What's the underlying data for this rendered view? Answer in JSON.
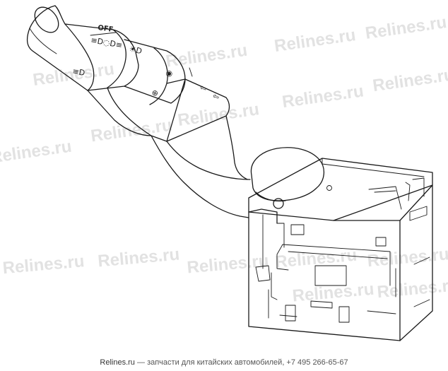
{
  "watermark": {
    "text": "Relines.ru"
  },
  "switch_labels": {
    "off": "OFF",
    "position_light": "≡D◌D≡",
    "headlight": "☀D",
    "high_beam": "≡D",
    "fog_front": "◉",
    "fog_rear": "⊕",
    "arrows": "⇦"
  },
  "footer": {
    "site": "Relines.ru",
    "separator": " — ",
    "text": "запчасти для китайских автомобилей, +7 495 266-65-67"
  }
}
